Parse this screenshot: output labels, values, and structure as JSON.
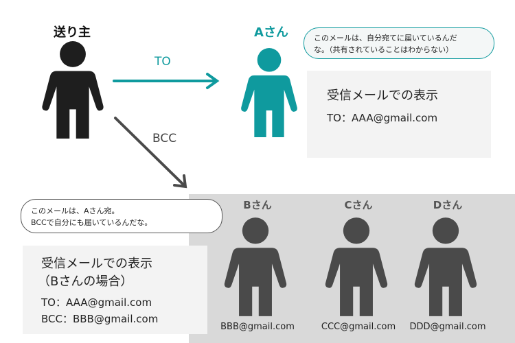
{
  "sender": {
    "label": "送り主"
  },
  "to_arrow": {
    "label": "TO"
  },
  "bcc_arrow": {
    "label": "BCC"
  },
  "person_a": {
    "label": "Aさん",
    "bubble": [
      "このメールは、自分宛てに届いているんだ",
      "な。（共有されていることはわからない）"
    ],
    "box_title": "受信メールでの表示",
    "box_lines": [
      "TO：AAA@gmail.com"
    ]
  },
  "person_b_box": {
    "bubble": [
      "このメールは、Aさん宛。",
      "BCCで自分にも届いているんだな。"
    ],
    "title": "受信メールでの表示",
    "subtitle": "（Bさんの場合）",
    "lines": [
      "TO：AAA@gmail.com",
      "BCC：BBB@gmail.com"
    ]
  },
  "bcc_recipients": [
    {
      "label": "Bさん",
      "email": "BBB@gmail.com"
    },
    {
      "label": "Cさん",
      "email": "CCC@gmail.com"
    },
    {
      "label": "Dさん",
      "email": "DDD@gmail.com"
    }
  ],
  "colors": {
    "teal": "#0f9a9e",
    "dark": "#1e1e1e",
    "bcc_gray": "#4a4a4a",
    "region": "#d9d9d9"
  }
}
